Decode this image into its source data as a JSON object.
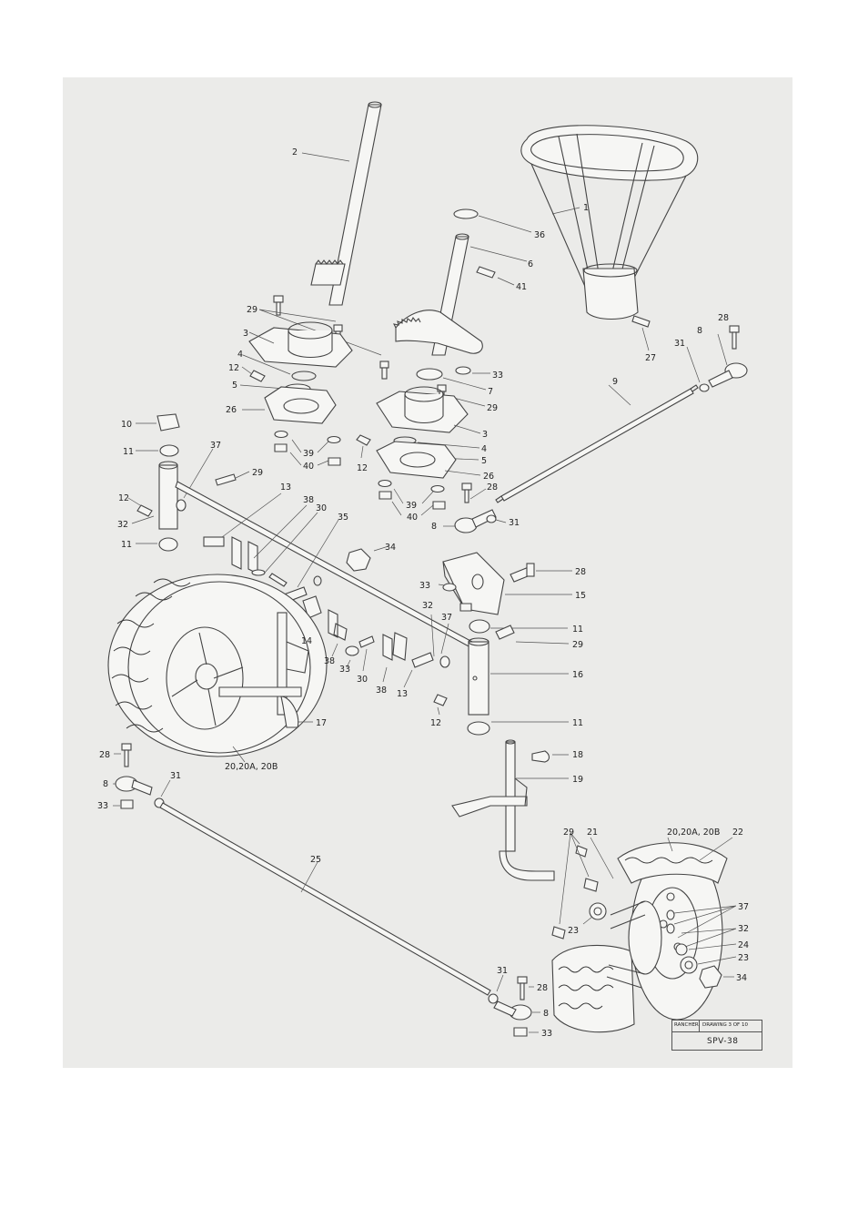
{
  "drawing": {
    "callouts": [
      {
        "id": "c1",
        "text": "1"
      },
      {
        "id": "c2",
        "text": "2"
      },
      {
        "id": "c36",
        "text": "36"
      },
      {
        "id": "c6",
        "text": "6"
      },
      {
        "id": "c41",
        "text": "41"
      },
      {
        "id": "c29a",
        "text": "29"
      },
      {
        "id": "c27",
        "text": "27"
      },
      {
        "id": "c28a",
        "text": "28"
      },
      {
        "id": "c8a",
        "text": "8"
      },
      {
        "id": "c31a",
        "text": "31"
      },
      {
        "id": "c3a",
        "text": "3"
      },
      {
        "id": "c4a",
        "text": "4"
      },
      {
        "id": "c12a",
        "text": "12"
      },
      {
        "id": "c5a",
        "text": "5"
      },
      {
        "id": "c26a",
        "text": "26"
      },
      {
        "id": "c33a",
        "text": "33"
      },
      {
        "id": "c7",
        "text": "7"
      },
      {
        "id": "c29b",
        "text": "29"
      },
      {
        "id": "c9",
        "text": "9"
      },
      {
        "id": "c10",
        "text": "10"
      },
      {
        "id": "c11a",
        "text": "11"
      },
      {
        "id": "c37a",
        "text": "37"
      },
      {
        "id": "c39a",
        "text": "39"
      },
      {
        "id": "c40a",
        "text": "40"
      },
      {
        "id": "c3b",
        "text": "3"
      },
      {
        "id": "c4b",
        "text": "4"
      },
      {
        "id": "c12b",
        "text": "12"
      },
      {
        "id": "c5b",
        "text": "5"
      },
      {
        "id": "c26b",
        "text": "26"
      },
      {
        "id": "c29c",
        "text": "29"
      },
      {
        "id": "c28b",
        "text": "28"
      },
      {
        "id": "c12c",
        "text": "12"
      },
      {
        "id": "c32a",
        "text": "32"
      },
      {
        "id": "c13a",
        "text": "13"
      },
      {
        "id": "c38a",
        "text": "38"
      },
      {
        "id": "c30a",
        "text": "30"
      },
      {
        "id": "c35",
        "text": "35"
      },
      {
        "id": "c39b",
        "text": "39"
      },
      {
        "id": "c40b",
        "text": "40"
      },
      {
        "id": "c8b",
        "text": "8"
      },
      {
        "id": "c31b",
        "text": "31"
      },
      {
        "id": "c11b",
        "text": "11"
      },
      {
        "id": "c34a",
        "text": "34"
      },
      {
        "id": "c28c",
        "text": "28"
      },
      {
        "id": "c33b",
        "text": "33"
      },
      {
        "id": "c15",
        "text": "15"
      },
      {
        "id": "c32b",
        "text": "32"
      },
      {
        "id": "c37b",
        "text": "37"
      },
      {
        "id": "c11c",
        "text": "11"
      },
      {
        "id": "c29d",
        "text": "29"
      },
      {
        "id": "c14",
        "text": "14"
      },
      {
        "id": "c38b",
        "text": "38"
      },
      {
        "id": "c33c",
        "text": "33"
      },
      {
        "id": "c30b",
        "text": "30"
      },
      {
        "id": "c38c",
        "text": "38"
      },
      {
        "id": "c13b",
        "text": "13"
      },
      {
        "id": "c16",
        "text": "16"
      },
      {
        "id": "c12d",
        "text": "12"
      },
      {
        "id": "c11d",
        "text": "11"
      },
      {
        "id": "c17",
        "text": "17"
      },
      {
        "id": "c28d",
        "text": "28"
      },
      {
        "id": "c20a",
        "text": "20,20A, 20B"
      },
      {
        "id": "c18",
        "text": "18"
      },
      {
        "id": "c8c",
        "text": "8"
      },
      {
        "id": "c31c",
        "text": "31"
      },
      {
        "id": "c19",
        "text": "19"
      },
      {
        "id": "c33d",
        "text": "33"
      },
      {
        "id": "c29e",
        "text": "29"
      },
      {
        "id": "c21",
        "text": "21"
      },
      {
        "id": "c20b",
        "text": "20,20A, 20B"
      },
      {
        "id": "c22",
        "text": "22"
      },
      {
        "id": "c25",
        "text": "25"
      },
      {
        "id": "c37c",
        "text": "37"
      },
      {
        "id": "c32c",
        "text": "32"
      },
      {
        "id": "c23a",
        "text": "23"
      },
      {
        "id": "c24",
        "text": "24"
      },
      {
        "id": "c23b",
        "text": "23"
      },
      {
        "id": "c34b",
        "text": "34"
      },
      {
        "id": "c31d",
        "text": "31"
      },
      {
        "id": "c28e",
        "text": "28"
      },
      {
        "id": "c8d",
        "text": "8"
      },
      {
        "id": "c33e",
        "text": "33"
      }
    ]
  },
  "titleblock": {
    "maker": "RANCHER",
    "drawing_no": "DRAWING 3 OF 10",
    "code": "SPV-38"
  }
}
